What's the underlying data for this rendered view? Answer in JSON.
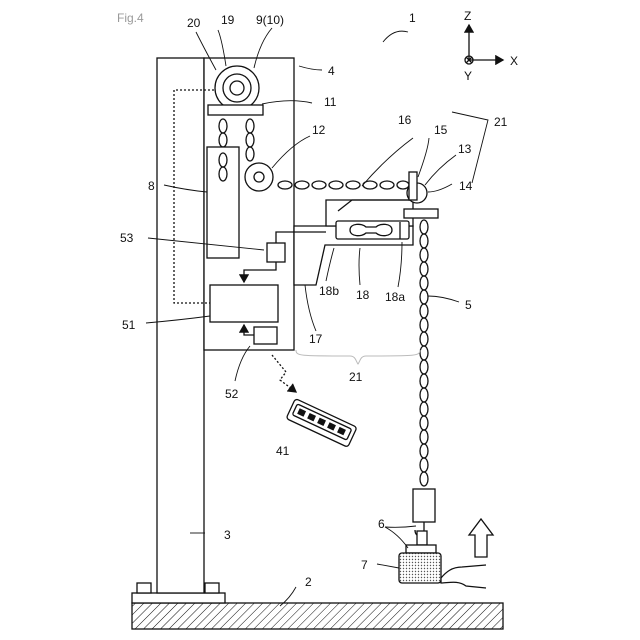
{
  "figure": {
    "label": "Fig.4"
  },
  "axes": {
    "z": "Z",
    "x": "X",
    "y": "Y"
  },
  "refs": {
    "r1": "1",
    "r2": "2",
    "r3": "3",
    "r4": "4",
    "r5": "5",
    "r6": "6",
    "r7": "7",
    "r8": "8",
    "r9": "9(10)",
    "r11": "11",
    "r12": "12",
    "r13": "13",
    "r14": "14",
    "r15": "15",
    "r16": "16",
    "r17": "17",
    "r18": "18",
    "r18a": "18a",
    "r18b": "18b",
    "r19": "19",
    "r20": "20",
    "r21a": "21",
    "r21b": "21",
    "r41": "41",
    "r51": "51",
    "r52": "52",
    "r53": "53"
  }
}
